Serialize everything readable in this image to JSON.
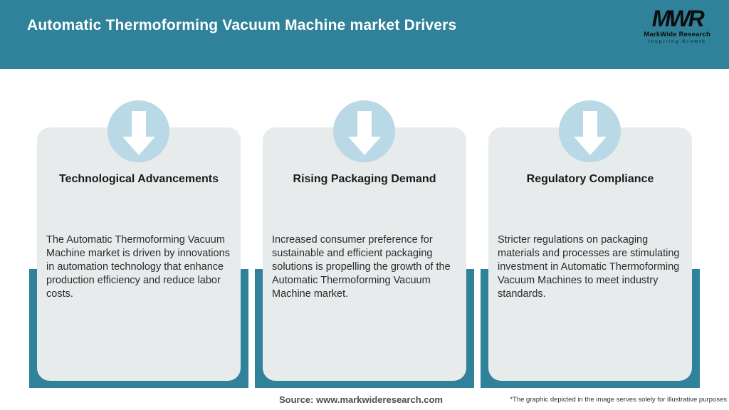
{
  "header": {
    "title": "Automatic Thermoforming Vacuum Machine market Drivers",
    "logo": {
      "acronym": "MWR",
      "name": "MarkWide Research",
      "tagline": "Inspiring Growth"
    }
  },
  "cards": [
    {
      "title": "Technological Advancements",
      "body": "The Automatic Thermoforming Vacuum Machine market is driven by innovations in automation technology that enhance production efficiency and reduce labor costs.",
      "icon": "down-arrow-icon"
    },
    {
      "title": "Rising Packaging Demand",
      "body": "Increased consumer preference for sustainable and efficient packaging solutions is propelling the growth of the Automatic Thermoforming Vacuum Machine market.",
      "icon": "down-arrow-icon"
    },
    {
      "title": "Regulatory Compliance",
      "body": "Stricter regulations on packaging materials and processes are stimulating investment in Automatic Thermoforming Vacuum Machines to meet industry standards.",
      "icon": "down-arrow-icon"
    }
  ],
  "footer": {
    "source": "Source: www.markwideresearch.com",
    "disclaimer": "*The graphic depicted in the image serves solely for illustrative purposes"
  },
  "colors": {
    "header_teal": "#2f8299",
    "frame_teal": "#2f8299",
    "circle_blue": "#b8d9e5",
    "card_gray": "#e8ebec",
    "title_white": "#ffffff",
    "logo_black": "#0d0d0d"
  }
}
